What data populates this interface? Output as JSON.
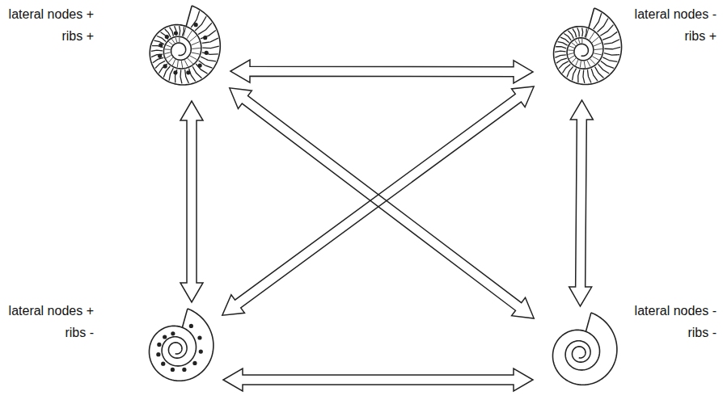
{
  "diagram": {
    "nodes": [
      {
        "text": [
          "lateral nodes + ribs +"
        ]
      },
      {
        "text": [
          "lateral nodes - ribs +"
        ]
      },
      {
        "text": [
          "lateral nodes + ribs -"
        ]
      },
      {
        "text": [
          "lateral nodes - ribs -"
        ]
      }
    ],
    "edges": [
      {
        "from": 0,
        "to": 1,
        "arrow": "both"
      },
      {
        "from": 0,
        "to": 2,
        "arrow": "both"
      },
      {
        "from": 0,
        "to": 3,
        "arrow": "both"
      },
      {
        "from": 1,
        "to": 2,
        "arrow": "both"
      },
      {
        "from": 1,
        "to": 3,
        "arrow": "both"
      },
      {
        "from": 2,
        "to": 3,
        "arrow": "both"
      }
    ]
  }
}
